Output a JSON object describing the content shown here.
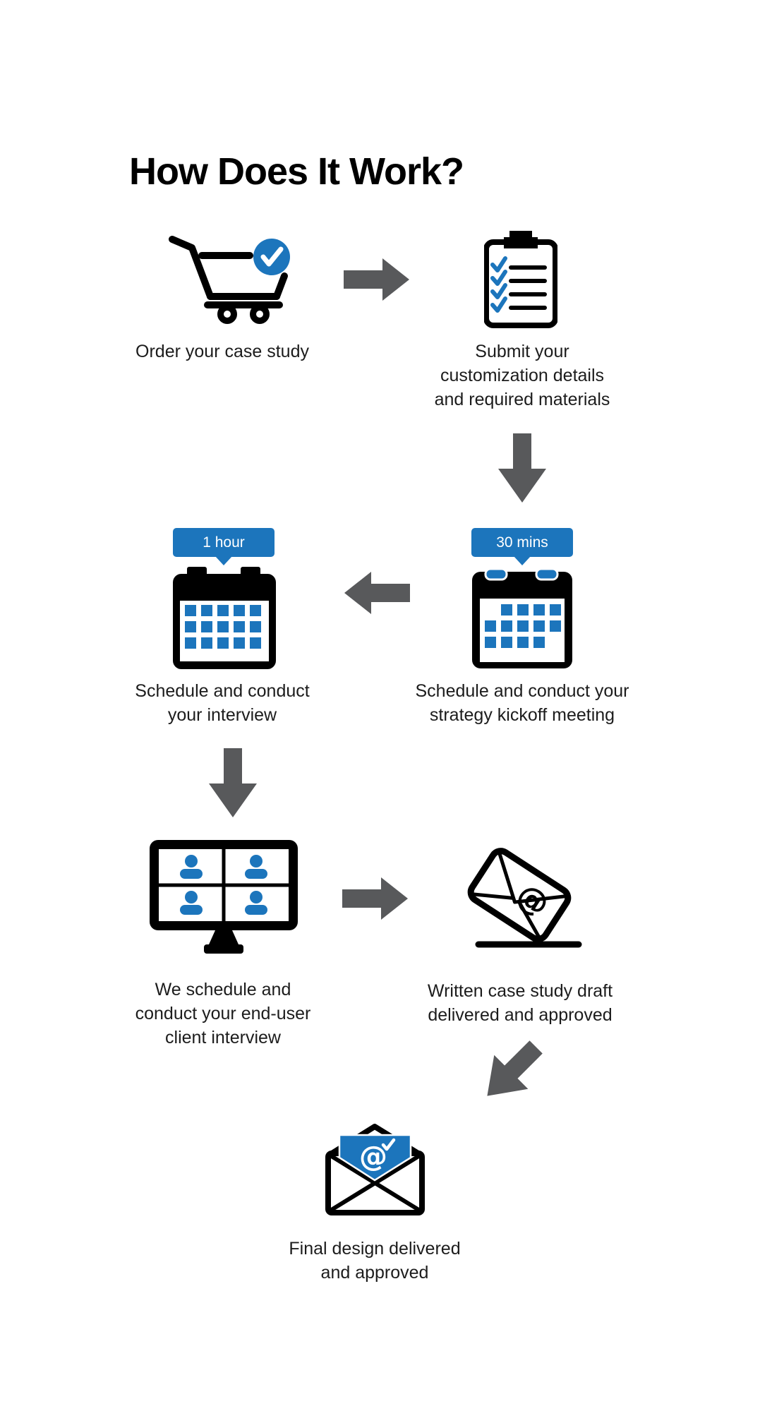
{
  "page": {
    "title": "How Does It Work?"
  },
  "colors": {
    "accent_blue": "#1C75BC",
    "arrow_gray": "#58595B",
    "icon_black": "#000000",
    "text_dark": "#1C1C1C",
    "badge_text": "#FFFFFF",
    "background": "#FFFFFF"
  },
  "steps": {
    "order": {
      "icon": "shopping-cart-check-icon",
      "lines": [
        "Order your case study"
      ]
    },
    "submit": {
      "icon": "clipboard-checklist-icon",
      "lines": [
        "Submit your",
        "customization details",
        "and required materials"
      ]
    },
    "kickoff": {
      "icon": "calendar-icon",
      "badge": "30 mins",
      "lines": [
        "Schedule and conduct your",
        "strategy kickoff meeting"
      ]
    },
    "interview": {
      "icon": "calendar-icon",
      "badge": "1 hour",
      "lines": [
        "Schedule and conduct",
        "your interview"
      ]
    },
    "client_interview": {
      "icon": "video-call-monitor-icon",
      "lines": [
        "We schedule and",
        "conduct your end-user",
        "client interview"
      ]
    },
    "draft": {
      "icon": "envelope-at-slot-icon",
      "lines": [
        "Written case study draft",
        "delivered and approved"
      ]
    },
    "final": {
      "icon": "open-envelope-at-check-icon",
      "lines": [
        "Final design delivered",
        "and approved"
      ]
    }
  },
  "arrows": [
    {
      "from": "order",
      "to": "submit",
      "direction": "right"
    },
    {
      "from": "submit",
      "to": "kickoff",
      "direction": "down"
    },
    {
      "from": "kickoff",
      "to": "interview",
      "direction": "left"
    },
    {
      "from": "interview",
      "to": "client_interview",
      "direction": "down"
    },
    {
      "from": "client_interview",
      "to": "draft",
      "direction": "right"
    },
    {
      "from": "draft",
      "to": "final",
      "direction": "down-left"
    }
  ]
}
